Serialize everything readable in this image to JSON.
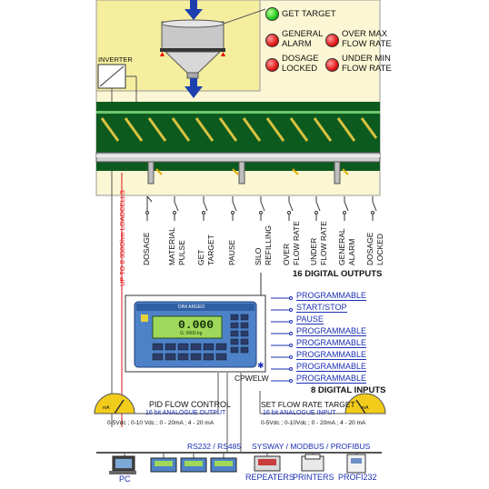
{
  "status_lamps": [
    {
      "label": "GET TARGET",
      "color": "green"
    },
    {
      "label": "GENERAL\nALARM",
      "color": "red"
    },
    {
      "label": "OVER MAX\nFLOW RATE",
      "color": "red"
    },
    {
      "label": "DOSAGE\nLOCKED",
      "color": "red"
    },
    {
      "label": "UNDER MIN\nFLOW RATE",
      "color": "red"
    }
  ],
  "inverter_label": "INVERTER",
  "loadcells_label": "UP TO 8 350Ohm LOADCELLS",
  "outputs": [
    "DOSAGE",
    "MATERIAL\nPULSE",
    "GET\nTARGET",
    "PAUSE",
    "SILO\nREFILLING",
    "OVER\nFLOW RATE",
    "UNDER\nFLOW RATE",
    "GENERAL\nALARM",
    "DOSAGE\nLOCKED"
  ],
  "outputs_title": "16  DIGITAL OUTPUTS",
  "inputs": [
    "PROGRAMMABLE",
    "START/STOP",
    "PAUSE",
    "PROGRAMMABLE",
    "PROGRAMMABLE",
    "PROGRAMMABLE",
    "PROGRAMMABLE",
    "PROGRAMMABLE"
  ],
  "inputs_title": "8 DIGITAL INPUTS",
  "device": {
    "brand": "DINI ARGEO",
    "display": "0.000",
    "sub_display": "G: 0000 kg",
    "model": "CPWELW"
  },
  "pid": {
    "title": "PID FLOW CONTROL",
    "subtitle": "16 bit ANALOGUE OUTPUT",
    "ranges": "0-5Vdc ; 0-10 Vdc ; 0 - 20mA ; 4 - 20 mA",
    "gauge": "mA"
  },
  "target": {
    "title": "SET FLOW RATE TARGET",
    "subtitle": "16 bit ANALOGUE INPUT",
    "ranges": "0-5Vdc ; 0-10Vdc ; 0 - 20mA ; 4 - 20 mA",
    "gauge": "mA"
  },
  "bus": {
    "serial": "RS232 / RS485",
    "fieldbus": "SYSWAY / MODBUS / PROFIBUS"
  },
  "peripherals": [
    "PC",
    "REPEATERS",
    "PRINTERS",
    "PROFI232"
  ],
  "colors": {
    "panel": "#fbf6d3",
    "label_blue": "#1a2fb3",
    "conveyor": "#0d5a1f",
    "lamp_green": "#22c81c",
    "lamp_red": "#e01818",
    "wire_red": "#d11"
  }
}
